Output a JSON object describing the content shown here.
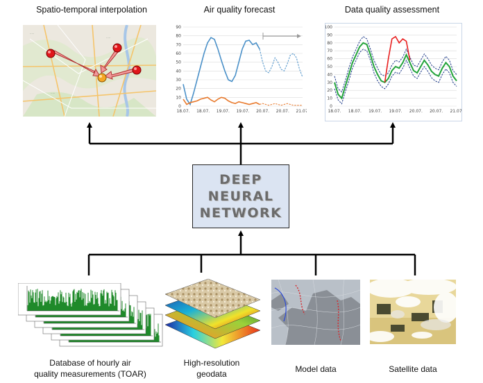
{
  "titles": {
    "interpolation": "Spatio-temporal  interpolation",
    "forecast": "Air quality forecast",
    "assessment": "Data quality assessment"
  },
  "dnn": {
    "line1": "DEEP",
    "line2": "NEURAL",
    "line3": "NETWORK"
  },
  "inputs": {
    "toar_line1": "Database of hourly air",
    "toar_line2": "quality measurements (TOAR)",
    "geo_line1": "High-resolution",
    "geo_line2": "geodata",
    "model": "Model data",
    "satellite": "Satellite data"
  },
  "colors": {
    "forecast_blue": "#4a90c8",
    "forecast_orange": "#e8782a",
    "assess_green": "#22a33a",
    "assess_red": "#e81c1c",
    "assess_blue": "#1f3b8a",
    "dnn_fill": "#dbe4f2"
  },
  "chart_data": [
    {
      "type": "line",
      "name": "forecast",
      "x_ticks": [
        "18.07.",
        "18.07.",
        "19.07.",
        "19.07.",
        "20.07.",
        "20.07.",
        "21.07."
      ],
      "y_ticks": [
        0,
        10,
        20,
        30,
        40,
        50,
        60,
        70,
        80,
        90
      ],
      "ylim": [
        0,
        90
      ],
      "grid": true,
      "series": [
        {
          "color": "#4a90c8",
          "style": "solid",
          "values": [
            25,
            8,
            2,
            15,
            30,
            45,
            60,
            72,
            78,
            76,
            65,
            52,
            40,
            30,
            28,
            35,
            50,
            65,
            74,
            75,
            70,
            72,
            65
          ]
        },
        {
          "color": "#4a90c8",
          "style": "dashed",
          "values": [
            65,
            50,
            40,
            38,
            45,
            55,
            50,
            42,
            40,
            48,
            58,
            60,
            55,
            42,
            33
          ]
        },
        {
          "color": "#e8782a",
          "style": "solid",
          "values": [
            8,
            2,
            4,
            5,
            6,
            8,
            9,
            10,
            7,
            5,
            8,
            10,
            9,
            6,
            4,
            3,
            5,
            4,
            3,
            2,
            3,
            4,
            2
          ]
        },
        {
          "color": "#e8782a",
          "style": "dashed",
          "values": [
            2,
            3,
            2,
            1,
            2,
            3,
            2,
            1,
            2,
            3,
            2,
            1,
            1,
            1,
            1
          ]
        }
      ]
    },
    {
      "type": "line",
      "name": "assessment",
      "x_ticks": [
        "18.07.",
        "18.07.",
        "19.07.",
        "19.07.",
        "20.07.",
        "20.07.",
        "21.07."
      ],
      "y_ticks": [
        0,
        10,
        20,
        30,
        40,
        50,
        60,
        70,
        80,
        90,
        100
      ],
      "ylim": [
        0,
        100
      ],
      "grid": true,
      "series": [
        {
          "color": "#22a33a",
          "style": "solid",
          "values": [
            30,
            15,
            10,
            25,
            40,
            55,
            65,
            75,
            80,
            78,
            65,
            50,
            40,
            32,
            30,
            35,
            45,
            50,
            48,
            55,
            65,
            55,
            45,
            42,
            50,
            58,
            52,
            44,
            40,
            38,
            48,
            55,
            50,
            38,
            32
          ]
        },
        {
          "color": "#1f3b8a",
          "style": "dashed",
          "values": [
            38,
            22,
            18,
            32,
            48,
            62,
            72,
            82,
            88,
            85,
            72,
            58,
            48,
            40,
            38,
            42,
            52,
            58,
            56,
            62,
            72,
            62,
            52,
            50,
            58,
            66,
            60,
            52,
            48,
            46,
            56,
            63,
            58,
            45,
            40
          ]
        },
        {
          "color": "#1f3b8a",
          "style": "dashed",
          "values": [
            22,
            8,
            3,
            18,
            32,
            48,
            58,
            68,
            72,
            70,
            58,
            42,
            32,
            25,
            22,
            28,
            38,
            43,
            41,
            48,
            58,
            48,
            38,
            35,
            43,
            50,
            44,
            36,
            32,
            30,
            40,
            47,
            42,
            30,
            25
          ]
        },
        {
          "color": "#e81c1c",
          "style": "solid",
          "values": [
            null,
            null,
            null,
            null,
            null,
            null,
            null,
            null,
            null,
            null,
            null,
            null,
            null,
            null,
            30,
            60,
            85,
            88,
            80,
            85,
            82,
            58,
            null,
            null,
            null,
            null,
            null,
            null,
            null,
            null,
            null,
            null,
            null,
            null,
            null
          ]
        }
      ]
    }
  ]
}
